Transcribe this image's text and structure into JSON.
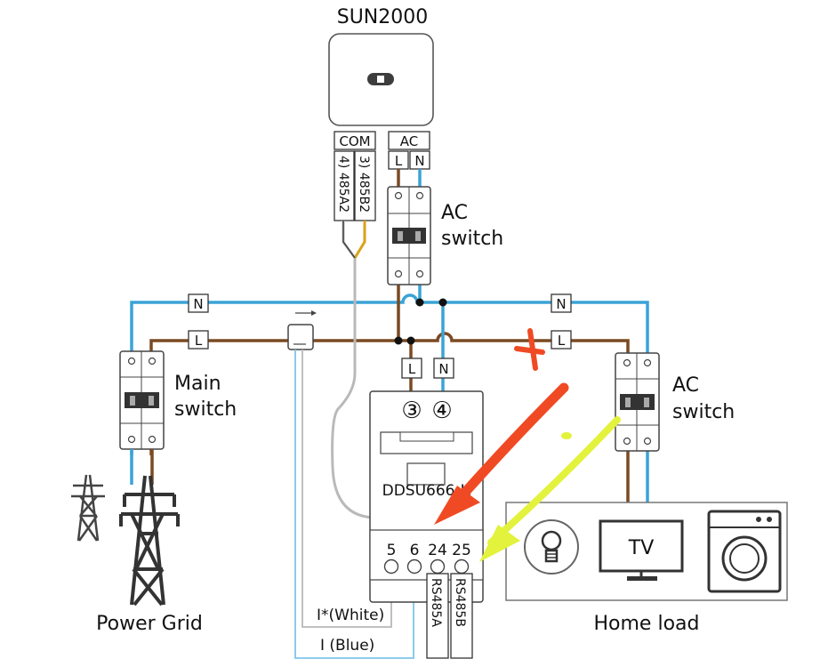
{
  "inverter": {
    "title": "SUN2000"
  },
  "inverter_ports": {
    "com": "COM",
    "ac": "AC",
    "l": "L",
    "n": "N",
    "pin4": "4) 485A2",
    "pin3": "3) 485B2"
  },
  "ac_switch_top": {
    "line1": "AC",
    "line2": "switch"
  },
  "bus_labels": {
    "n": "N",
    "l": "L"
  },
  "main_switch": {
    "line1": "Main",
    "line2": "switch"
  },
  "ac_switch_right": {
    "line1": "AC",
    "line2": "switch"
  },
  "meter": {
    "model": "DDSU666-H",
    "in_l": "L",
    "in_n": "N",
    "term3": "③",
    "term4": "④",
    "t5": "5",
    "t6": "6",
    "t24": "24",
    "t25": "25",
    "rs485a": "RS485A",
    "rs485b": "RS485B"
  },
  "ct_wires": {
    "white": "I*(White)",
    "blue": "I (Blue)"
  },
  "power_grid": {
    "label": "Power Grid"
  },
  "home_load": {
    "label": "Home load",
    "tv": "TV"
  },
  "colors": {
    "live": "#7a4a22",
    "neutral": "#3aa3d6",
    "rs485_gray": "#b9b9b9",
    "rs485_gold": "#d8a31a",
    "annotation_red": "#f04a24",
    "annotation_yellow": "#e3f23c"
  }
}
